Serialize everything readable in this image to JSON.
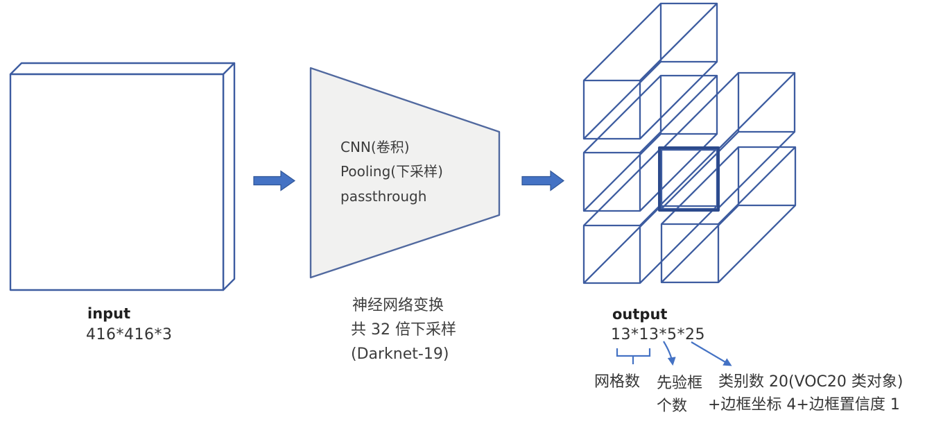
{
  "colors": {
    "wireframe": "#3D5CA0",
    "highlight_stroke": "#2C4A8C",
    "arrow_fill": "#4472C4",
    "arrow_stroke": "#2F5597",
    "annotation_blue": "#4472C4",
    "trapezoid_fill": "#F1F1F0",
    "trapezoid_stroke": "#51699F",
    "slab_fill": "#FFFFFF",
    "background": "#FFFFFF"
  },
  "input": {
    "label": "input",
    "dims": "416*416*3"
  },
  "transform_block": {
    "lines": [
      "CNN(卷积)",
      "Pooling(下采样)",
      "passthrough"
    ],
    "caption": [
      "神经网络变换",
      "共 32 倍下采样",
      "(Darknet-19)"
    ]
  },
  "output": {
    "label": "output",
    "dims": "13*13*5*25",
    "notes": {
      "grid": "网格数",
      "prior_line1": "先验框",
      "prior_line2": "个数",
      "class_line1": "类别数 20(VOC20 类对象)",
      "class_line2": "+边框坐标 4+边框置信度 1"
    }
  }
}
